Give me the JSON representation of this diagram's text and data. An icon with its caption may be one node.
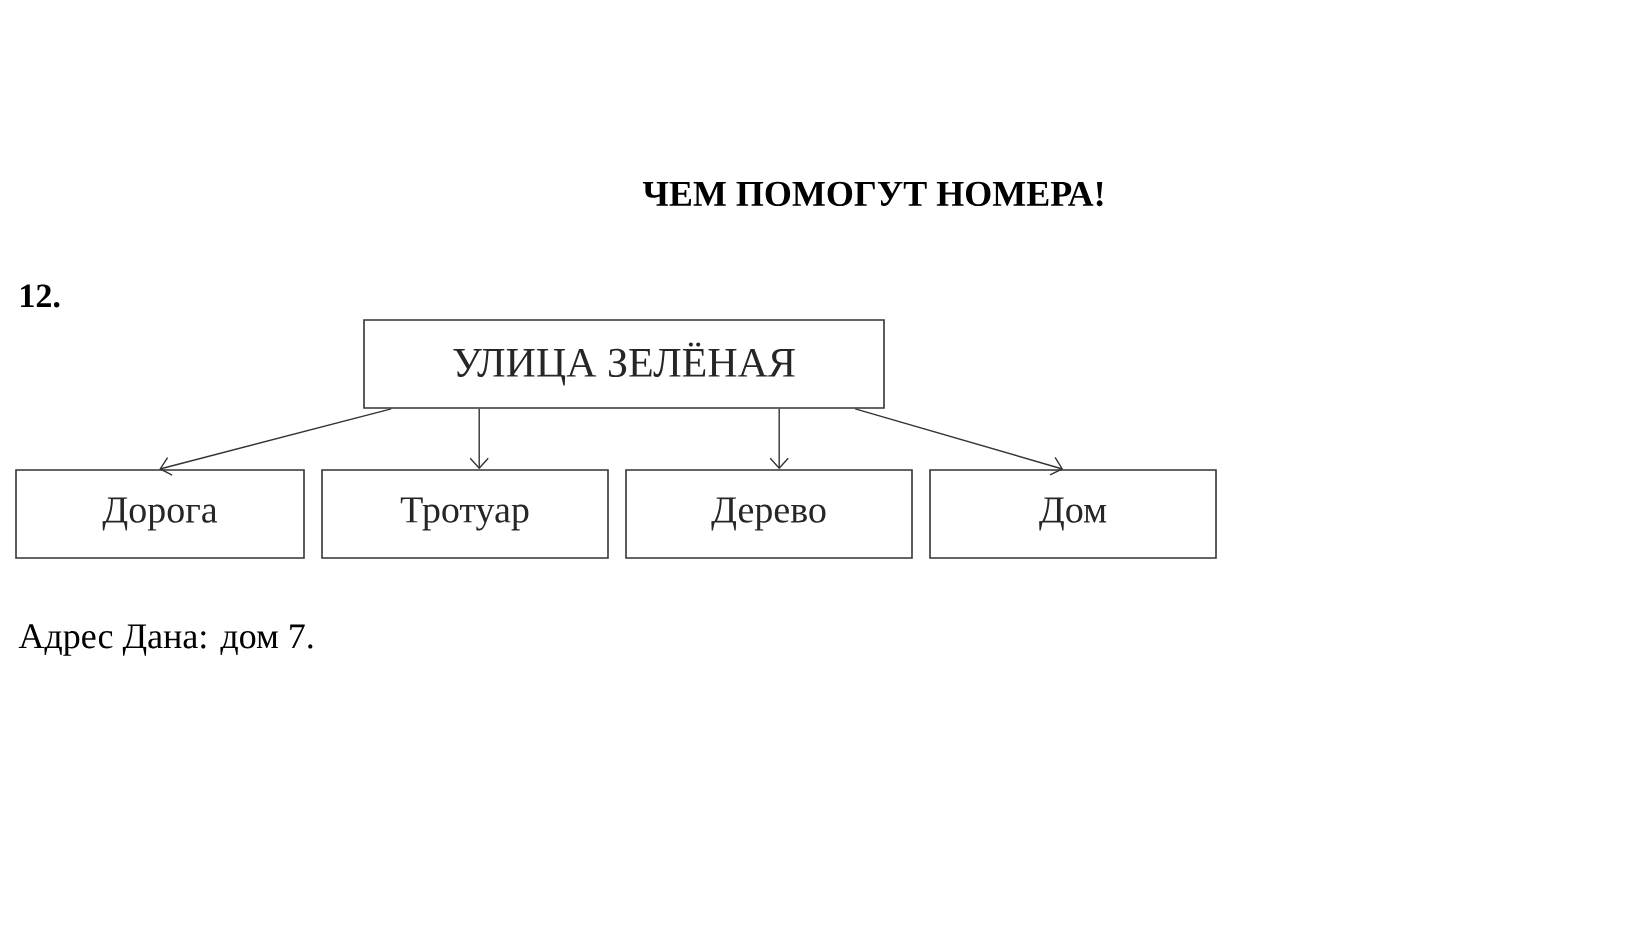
{
  "diagram": {
    "title": "ЧЕМ ПОМОГУТ НОМЕРА!",
    "nodes": [
      {
        "text": [
          "УЛИЦА ЗЕЛЁНАЯ"
        ]
      },
      {
        "text": [
          "Дорога"
        ]
      },
      {
        "text": [
          "Тротуар"
        ]
      },
      {
        "text": [
          "Дерево"
        ]
      },
      {
        "text": [
          "Дом"
        ]
      }
    ],
    "edges": [
      {
        "from": 0,
        "to": 1,
        "arrow": "to"
      },
      {
        "from": 0,
        "to": 2,
        "arrow": "to"
      },
      {
        "from": 0,
        "to": 3,
        "arrow": "to"
      },
      {
        "from": 0,
        "to": 4,
        "arrow": "to"
      }
    ],
    "labels": [
      "12.",
      "Адрес Дана: дом 7."
    ]
  }
}
